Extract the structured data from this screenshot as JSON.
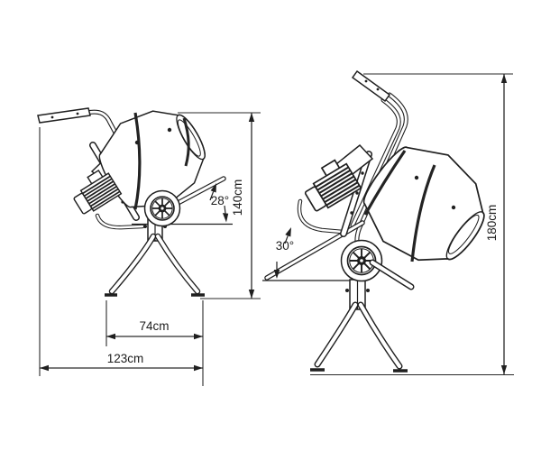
{
  "diagram": {
    "background": "#ffffff",
    "line_color": "#1f1f1f",
    "left_view": {
      "height_label": "140cm",
      "angle_label": "28°",
      "stand_width_label": "74cm",
      "overall_width_label": "123cm"
    },
    "right_view": {
      "height_label": "180cm",
      "angle_label": "30°"
    }
  }
}
